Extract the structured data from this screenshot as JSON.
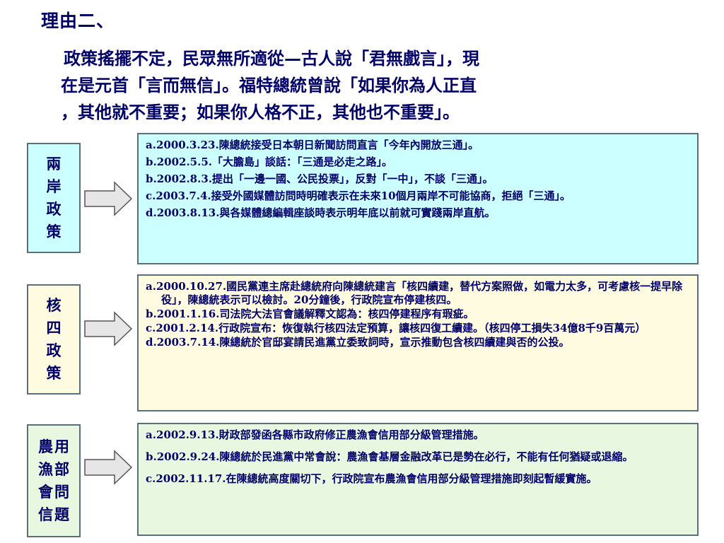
{
  "heading": "理由二、",
  "reason_lines": [
    "政策搖擺不定，民眾無所適從—古人說「君無戲言」，現",
    "在是元首「言而無信」。福特總統曾說「如果你為人正直",
    "，其他就不重要；如果你人格不正，其他也不重要」。"
  ],
  "sections": [
    {
      "label": "兩岸政策",
      "items": [
        "a.2000.3.23.陳總統接受日本朝日新聞訪問直言「今年內開放三通」。",
        "b.2002.5.5.「大膽島」談話：「三通是必走之路」。",
        "b.2002.8.3.提出「一邊一國、公民投票」，反對「一中」，不談「三通」。",
        "c.2003.7.4.接受外國媒體訪問時明確表示在未來10個月兩岸不可能協商，拒絕「三通」。",
        "d.2003.8.13.與各媒體總編輯座談時表示明年底以前就可實踐兩岸直航。"
      ]
    },
    {
      "label": "核四政策",
      "items": [
        "a.2000.10.27.國民黨連主席赴總統府向陳總統建言「核四續建，替代方案照做，如電力太多，可考慮核一提早除役」，陳總統表示可以檢討。20分鐘後，行政院宣布停建核四。",
        "b.2001.1.16.司法院大法官會議解釋文認為：核四停建程序有瑕疵。",
        "c.2001.2.14.行政院宣布：恢復執行核四法定預算，讓核四復工續建。（核四停工損失34億8千9百萬元）",
        "d.2003.7.14.陳總統於官邸宴請民進黨立委致詞時，宣示推動包含核四續建與否的公投。"
      ]
    },
    {
      "label": "農漁會信用部問題",
      "label_cols": [
        "農漁會信",
        "用部問題"
      ],
      "items": [
        "a.2002.9.13.財政部發函各縣市政府修正農漁會信用部分級管理措施。",
        "b.2002.9.24.陳總統於民進黨中常會說：農漁會基層金融改革已是勢在必行，不能有任何猶疑或退縮。",
        "c.2002.11.17.在陳總統高度關切下，行政院宣布農漁會信用部分級管理措施即刻起暫緩實施。"
      ]
    }
  ],
  "colors": {
    "text": "#000066",
    "box1_bg": "#ccffff",
    "box2_bg": "#fffbe0",
    "box3_bg": "#e8f7e0",
    "label_bg_1": "#ccffff",
    "label_bg_2": "#fffbe0",
    "label_bg_3": "#e8f7e0",
    "border": "#5a6f7a",
    "arrow_fill": "#e6e6e6"
  }
}
